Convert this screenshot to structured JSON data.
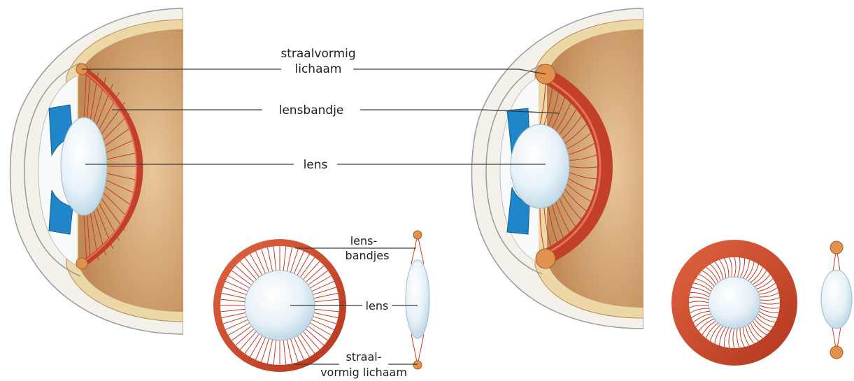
{
  "labels": {
    "ciliary_body_line1": "straalvormig",
    "ciliary_body_line2": "lichaam",
    "zonule": "lensbandje",
    "lens_top": "lens",
    "zonules_line1": "lens-",
    "zonules_line2": "bandjes",
    "lens_bottom": "lens",
    "ciliary_bottom_line1": "straal-",
    "ciliary_bottom_line2": "vormig lichaam"
  },
  "colors": {
    "sclera": "#d9ad77",
    "sclera_edge": "#f0dfb8",
    "vitreous": "#c99a68",
    "ciliary_muscle": "#c2402a",
    "ciliary_body_knob": "#e0924e",
    "iris": "#1e86c9",
    "lens": "#e6f1f8",
    "fiber": "#c73a22"
  }
}
